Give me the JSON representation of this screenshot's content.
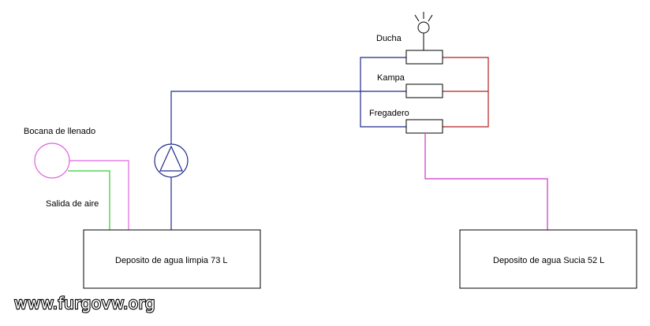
{
  "labels": {
    "ducha": "Ducha",
    "kampa": "Kampa",
    "fregadero": "Fregadero",
    "bocana": "Bocana de llenado",
    "salida": "Salida de aire",
    "tank_clean": "Deposito de agua limpia 73 L",
    "tank_dirty": "Deposito de agua Sucia 52 L"
  },
  "watermark": "www.furgovw.org",
  "colors": {
    "clean_water": "#1f2a8a",
    "hot_water": "#b22222",
    "waste_water": "#cc33cc",
    "fill_line": "#e066e0",
    "air_line": "#33cc33",
    "outline": "#000000"
  }
}
